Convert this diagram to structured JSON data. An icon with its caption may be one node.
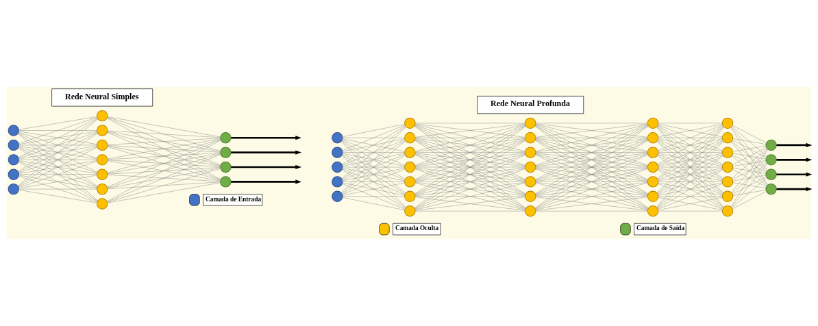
{
  "diagram": {
    "nodes": [
      {
        "text": [
          "Rede Neural Simples"
        ]
      },
      {
        "text": [
          "Rede Neural Profunda"
        ]
      },
      {
        "text": [],
        "shape": "circle"
      },
      {
        "text": [],
        "shape": "circle"
      },
      {
        "text": [],
        "shape": "circle"
      },
      {
        "text": [],
        "shape": "circle"
      },
      {
        "text": [],
        "shape": "circle"
      },
      {
        "text": [],
        "shape": "circle"
      },
      {
        "text": [],
        "shape": "circle"
      },
      {
        "text": [],
        "shape": "circle"
      },
      {
        "text": [],
        "shape": "circle"
      },
      {
        "text": [],
        "shape": "circle"
      },
      {
        "text": [],
        "shape": "circle"
      },
      {
        "text": [],
        "shape": "circle"
      },
      {
        "text": [],
        "shape": "circle"
      },
      {
        "text": [],
        "shape": "circle"
      },
      {
        "text": [],
        "shape": "circle"
      },
      {
        "text": [],
        "shape": "circle"
      },
      {
        "text": [],
        "shape": "circle"
      },
      {
        "text": [],
        "shape": "circle"
      },
      {
        "text": [],
        "shape": "circle"
      },
      {
        "text": [],
        "shape": "circle"
      },
      {
        "text": [],
        "shape": "circle"
      },
      {
        "text": [],
        "shape": "circle"
      },
      {
        "text": [],
        "shape": "circle"
      },
      {
        "text": [],
        "shape": "circle"
      },
      {
        "text": [],
        "shape": "circle"
      },
      {
        "text": [],
        "shape": "circle"
      },
      {
        "text": [],
        "shape": "circle"
      },
      {
        "text": [],
        "shape": "circle"
      },
      {
        "text": [],
        "shape": "circle"
      },
      {
        "text": [],
        "shape": "circle"
      },
      {
        "text": [],
        "shape": "circle"
      },
      {
        "text": [],
        "shape": "circle"
      },
      {
        "text": [],
        "shape": "circle"
      },
      {
        "text": [],
        "shape": "circle"
      },
      {
        "text": [],
        "shape": "circle"
      },
      {
        "text": [],
        "shape": "circle"
      },
      {
        "text": [],
        "shape": "circle"
      },
      {
        "text": [],
        "shape": "circle"
      },
      {
        "text": [],
        "shape": "circle"
      },
      {
        "text": [],
        "shape": "circle"
      },
      {
        "text": [],
        "shape": "circle"
      },
      {
        "text": [],
        "shape": "circle"
      },
      {
        "text": [],
        "shape": "circle"
      },
      {
        "text": [],
        "shape": "circle"
      },
      {
        "text": [],
        "shape": "circle"
      },
      {
        "text": [],
        "shape": "circle"
      },
      {
        "text": [],
        "shape": "circle"
      },
      {
        "text": [],
        "shape": "circle"
      },
      {
        "text": [],
        "shape": "circle"
      },
      {
        "text": [],
        "shape": "circle"
      },
      {
        "text": [],
        "shape": "circle"
      },
      {
        "text": [],
        "shape": "circle"
      },
      {
        "text": [],
        "shape": "circle"
      }
    ],
    "edges": [
      {
        "from": 2,
        "to": 7,
        "arrow": "none"
      },
      {
        "from": 2,
        "to": 8,
        "arrow": "none"
      },
      {
        "from": 2,
        "to": 9,
        "arrow": "none"
      },
      {
        "from": 2,
        "to": 10,
        "arrow": "none"
      },
      {
        "from": 2,
        "to": 11,
        "arrow": "none"
      },
      {
        "from": 2,
        "to": 12,
        "arrow": "none"
      },
      {
        "from": 2,
        "to": 13,
        "arrow": "none"
      },
      {
        "from": 3,
        "to": 7,
        "arrow": "none"
      },
      {
        "from": 3,
        "to": 8,
        "arrow": "none"
      },
      {
        "from": 3,
        "to": 9,
        "arrow": "none"
      },
      {
        "from": 3,
        "to": 10,
        "arrow": "none"
      },
      {
        "from": 3,
        "to": 11,
        "arrow": "none"
      },
      {
        "from": 3,
        "to": 12,
        "arrow": "none"
      },
      {
        "from": 3,
        "to": 13,
        "arrow": "none"
      },
      {
        "from": 4,
        "to": 7,
        "arrow": "none"
      },
      {
        "from": 4,
        "to": 8,
        "arrow": "none"
      },
      {
        "from": 4,
        "to": 9,
        "arrow": "none"
      },
      {
        "from": 4,
        "to": 10,
        "arrow": "none"
      },
      {
        "from": 4,
        "to": 11,
        "arrow": "none"
      },
      {
        "from": 4,
        "to": 12,
        "arrow": "none"
      },
      {
        "from": 4,
        "to": 13,
        "arrow": "none"
      },
      {
        "from": 5,
        "to": 7,
        "arrow": "none"
      },
      {
        "from": 5,
        "to": 8,
        "arrow": "none"
      },
      {
        "from": 5,
        "to": 9,
        "arrow": "none"
      },
      {
        "from": 5,
        "to": 10,
        "arrow": "none"
      },
      {
        "from": 5,
        "to": 11,
        "arrow": "none"
      },
      {
        "from": 5,
        "to": 12,
        "arrow": "none"
      },
      {
        "from": 5,
        "to": 13,
        "arrow": "none"
      },
      {
        "from": 6,
        "to": 7,
        "arrow": "none"
      },
      {
        "from": 6,
        "to": 8,
        "arrow": "none"
      },
      {
        "from": 6,
        "to": 9,
        "arrow": "none"
      },
      {
        "from": 6,
        "to": 10,
        "arrow": "none"
      },
      {
        "from": 6,
        "to": 11,
        "arrow": "none"
      },
      {
        "from": 6,
        "to": 12,
        "arrow": "none"
      },
      {
        "from": 6,
        "to": 13,
        "arrow": "none"
      },
      {
        "from": 7,
        "to": 14,
        "arrow": "none"
      },
      {
        "from": 7,
        "to": 15,
        "arrow": "none"
      },
      {
        "from": 7,
        "to": 16,
        "arrow": "none"
      },
      {
        "from": 7,
        "to": 17,
        "arrow": "none"
      },
      {
        "from": 8,
        "to": 14,
        "arrow": "none"
      },
      {
        "from": 8,
        "to": 15,
        "arrow": "none"
      },
      {
        "from": 8,
        "to": 16,
        "arrow": "none"
      },
      {
        "from": 8,
        "to": 17,
        "arrow": "none"
      },
      {
        "from": 9,
        "to": 14,
        "arrow": "none"
      },
      {
        "from": 9,
        "to": 15,
        "arrow": "none"
      },
      {
        "from": 9,
        "to": 16,
        "arrow": "none"
      },
      {
        "from": 9,
        "to": 17,
        "arrow": "none"
      },
      {
        "from": 10,
        "to": 14,
        "arrow": "none"
      },
      {
        "from": 10,
        "to": 15,
        "arrow": "none"
      },
      {
        "from": 10,
        "to": 16,
        "arrow": "none"
      },
      {
        "from": 10,
        "to": 17,
        "arrow": "none"
      },
      {
        "from": 11,
        "to": 14,
        "arrow": "none"
      },
      {
        "from": 11,
        "to": 15,
        "arrow": "none"
      },
      {
        "from": 11,
        "to": 16,
        "arrow": "none"
      },
      {
        "from": 11,
        "to": 17,
        "arrow": "none"
      },
      {
        "from": 12,
        "to": 14,
        "arrow": "none"
      },
      {
        "from": 12,
        "to": 15,
        "arrow": "none"
      },
      {
        "from": 12,
        "to": 16,
        "arrow": "none"
      },
      {
        "from": 12,
        "to": 17,
        "arrow": "none"
      },
      {
        "from": 13,
        "to": 14,
        "arrow": "none"
      },
      {
        "from": 13,
        "to": 15,
        "arrow": "none"
      },
      {
        "from": 13,
        "to": 16,
        "arrow": "none"
      },
      {
        "from": 13,
        "to": 17,
        "arrow": "none"
      },
      {
        "from": 14,
        "to": null,
        "arrow": "to",
        "style": "thick",
        "color": "#000000"
      },
      {
        "from": 15,
        "to": null,
        "arrow": "to",
        "style": "thick",
        "color": "#000000"
      },
      {
        "from": 16,
        "to": null,
        "arrow": "to",
        "style": "thick",
        "color": "#000000"
      },
      {
        "from": 17,
        "to": null,
        "arrow": "to",
        "style": "thick",
        "color": "#000000"
      },
      {
        "from": 18,
        "to": 23,
        "arrow": "none"
      },
      {
        "from": 18,
        "to": 24,
        "arrow": "none"
      },
      {
        "from": 18,
        "to": 25,
        "arrow": "none"
      },
      {
        "from": 18,
        "to": 26,
        "arrow": "none"
      },
      {
        "from": 18,
        "to": 27,
        "arrow": "none"
      },
      {
        "from": 18,
        "to": 28,
        "arrow": "none"
      },
      {
        "from": 18,
        "to": 29,
        "arrow": "none"
      },
      {
        "from": 19,
        "to": 23,
        "arrow": "none"
      },
      {
        "from": 19,
        "to": 24,
        "arrow": "none"
      },
      {
        "from": 19,
        "to": 25,
        "arrow": "none"
      },
      {
        "from": 19,
        "to": 26,
        "arrow": "none"
      },
      {
        "from": 19,
        "to": 27,
        "arrow": "none"
      },
      {
        "from": 19,
        "to": 28,
        "arrow": "none"
      },
      {
        "from": 19,
        "to": 29,
        "arrow": "none"
      },
      {
        "from": 20,
        "to": 23,
        "arrow": "none"
      },
      {
        "from": 20,
        "to": 24,
        "arrow": "none"
      },
      {
        "from": 20,
        "to": 25,
        "arrow": "none"
      },
      {
        "from": 20,
        "to": 26,
        "arrow": "none"
      },
      {
        "from": 20,
        "to": 27,
        "arrow": "none"
      },
      {
        "from": 20,
        "to": 28,
        "arrow": "none"
      },
      {
        "from": 20,
        "to": 29,
        "arrow": "none"
      },
      {
        "from": 21,
        "to": 23,
        "arrow": "none"
      },
      {
        "from": 21,
        "to": 24,
        "arrow": "none"
      },
      {
        "from": 21,
        "to": 25,
        "arrow": "none"
      },
      {
        "from": 21,
        "to": 26,
        "arrow": "none"
      },
      {
        "from": 21,
        "to": 27,
        "arrow": "none"
      },
      {
        "from": 21,
        "to": 28,
        "arrow": "none"
      },
      {
        "from": 21,
        "to": 29,
        "arrow": "none"
      },
      {
        "from": 22,
        "to": 23,
        "arrow": "none"
      },
      {
        "from": 22,
        "to": 24,
        "arrow": "none"
      },
      {
        "from": 22,
        "to": 25,
        "arrow": "none"
      },
      {
        "from": 22,
        "to": 26,
        "arrow": "none"
      },
      {
        "from": 22,
        "to": 27,
        "arrow": "none"
      },
      {
        "from": 22,
        "to": 28,
        "arrow": "none"
      },
      {
        "from": 22,
        "to": 29,
        "arrow": "none"
      },
      {
        "from": 23,
        "to": 30,
        "arrow": "none"
      },
      {
        "from": 23,
        "to": 31,
        "arrow": "none"
      },
      {
        "from": 23,
        "to": 32,
        "arrow": "none"
      },
      {
        "from": 23,
        "to": 33,
        "arrow": "none"
      },
      {
        "from": 23,
        "to": 34,
        "arrow": "none"
      },
      {
        "from": 23,
        "to": 35,
        "arrow": "none"
      },
      {
        "from": 23,
        "to": 36,
        "arrow": "none"
      },
      {
        "from": 24,
        "to": 30,
        "arrow": "none"
      },
      {
        "from": 24,
        "to": 31,
        "arrow": "none"
      },
      {
        "from": 24,
        "to": 32,
        "arrow": "none"
      },
      {
        "from": 24,
        "to": 33,
        "arrow": "none"
      },
      {
        "from": 24,
        "to": 34,
        "arrow": "none"
      },
      {
        "from": 24,
        "to": 35,
        "arrow": "none"
      },
      {
        "from": 24,
        "to": 36,
        "arrow": "none"
      },
      {
        "from": 25,
        "to": 30,
        "arrow": "none"
      },
      {
        "from": 25,
        "to": 31,
        "arrow": "none"
      },
      {
        "from": 25,
        "to": 32,
        "arrow": "none"
      },
      {
        "from": 25,
        "to": 33,
        "arrow": "none"
      },
      {
        "from": 25,
        "to": 34,
        "arrow": "none"
      },
      {
        "from": 25,
        "to": 35,
        "arrow": "none"
      },
      {
        "from": 25,
        "to": 36,
        "arrow": "none"
      },
      {
        "from": 26,
        "to": 30,
        "arrow": "none"
      },
      {
        "from": 26,
        "to": 31,
        "arrow": "none"
      },
      {
        "from": 26,
        "to": 32,
        "arrow": "none"
      },
      {
        "from": 26,
        "to": 33,
        "arrow": "none"
      },
      {
        "from": 26,
        "to": 34,
        "arrow": "none"
      },
      {
        "from": 26,
        "to": 35,
        "arrow": "none"
      },
      {
        "from": 26,
        "to": 36,
        "arrow": "none"
      },
      {
        "from": 27,
        "to": 30,
        "arrow": "none"
      },
      {
        "from": 27,
        "to": 31,
        "arrow": "none"
      },
      {
        "from": 27,
        "to": 32,
        "arrow": "none"
      },
      {
        "from": 27,
        "to": 33,
        "arrow": "none"
      },
      {
        "from": 27,
        "to": 34,
        "arrow": "none"
      },
      {
        "from": 27,
        "to": 35,
        "arrow": "none"
      },
      {
        "from": 27,
        "to": 36,
        "arrow": "none"
      },
      {
        "from": 28,
        "to": 30,
        "arrow": "none"
      },
      {
        "from": 28,
        "to": 31,
        "arrow": "none"
      },
      {
        "from": 28,
        "to": 32,
        "arrow": "none"
      },
      {
        "from": 28,
        "to": 33,
        "arrow": "none"
      },
      {
        "from": 28,
        "to": 34,
        "arrow": "none"
      },
      {
        "from": 28,
        "to": 35,
        "arrow": "none"
      },
      {
        "from": 28,
        "to": 36,
        "arrow": "none"
      },
      {
        "from": 29,
        "to": 30,
        "arrow": "none"
      },
      {
        "from": 29,
        "to": 31,
        "arrow": "none"
      },
      {
        "from": 29,
        "to": 32,
        "arrow": "none"
      },
      {
        "from": 29,
        "to": 33,
        "arrow": "none"
      },
      {
        "from": 29,
        "to": 34,
        "arrow": "none"
      },
      {
        "from": 29,
        "to": 35,
        "arrow": "none"
      },
      {
        "from": 29,
        "to": 36,
        "arrow": "none"
      },
      {
        "from": 30,
        "to": 37,
        "arrow": "none"
      },
      {
        "from": 30,
        "to": 38,
        "arrow": "none"
      },
      {
        "from": 30,
        "to": 39,
        "arrow": "none"
      },
      {
        "from": 30,
        "to": 40,
        "arrow": "none"
      },
      {
        "from": 30,
        "to": 41,
        "arrow": "none"
      },
      {
        "from": 30,
        "to": 42,
        "arrow": "none"
      },
      {
        "from": 30,
        "to": 43,
        "arrow": "none"
      },
      {
        "from": 31,
        "to": 37,
        "arrow": "none"
      },
      {
        "from": 31,
        "to": 38,
        "arrow": "none"
      },
      {
        "from": 31,
        "to": 39,
        "arrow": "none"
      },
      {
        "from": 31,
        "to": 40,
        "arrow": "none"
      },
      {
        "from": 31,
        "to": 41,
        "arrow": "none"
      },
      {
        "from": 31,
        "to": 42,
        "arrow": "none"
      },
      {
        "from": 31,
        "to": 43,
        "arrow": "none"
      },
      {
        "from": 32,
        "to": 37,
        "arrow": "none"
      },
      {
        "from": 32,
        "to": 38,
        "arrow": "none"
      },
      {
        "from": 32,
        "to": 39,
        "arrow": "none"
      },
      {
        "from": 32,
        "to": 40,
        "arrow": "none"
      },
      {
        "from": 32,
        "to": 41,
        "arrow": "none"
      },
      {
        "from": 32,
        "to": 42,
        "arrow": "none"
      },
      {
        "from": 32,
        "to": 43,
        "arrow": "none"
      },
      {
        "from": 33,
        "to": 37,
        "arrow": "none"
      },
      {
        "from": 33,
        "to": 38,
        "arrow": "none"
      },
      {
        "from": 33,
        "to": 39,
        "arrow": "none"
      },
      {
        "from": 33,
        "to": 40,
        "arrow": "none"
      },
      {
        "from": 33,
        "to": 41,
        "arrow": "none"
      },
      {
        "from": 33,
        "to": 42,
        "arrow": "none"
      },
      {
        "from": 33,
        "to": 43,
        "arrow": "none"
      },
      {
        "from": 34,
        "to": 37,
        "arrow": "none"
      },
      {
        "from": 34,
        "to": 38,
        "arrow": "none"
      },
      {
        "from": 34,
        "to": 39,
        "arrow": "none"
      },
      {
        "from": 34,
        "to": 40,
        "arrow": "none"
      },
      {
        "from": 34,
        "to": 41,
        "arrow": "none"
      },
      {
        "from": 34,
        "to": 42,
        "arrow": "none"
      },
      {
        "from": 34,
        "to": 43,
        "arrow": "none"
      },
      {
        "from": 35,
        "to": 37,
        "arrow": "none"
      },
      {
        "from": 35,
        "to": 38,
        "arrow": "none"
      },
      {
        "from": 35,
        "to": 39,
        "arrow": "none"
      },
      {
        "from": 35,
        "to": 40,
        "arrow": "none"
      },
      {
        "from": 35,
        "to": 41,
        "arrow": "none"
      },
      {
        "from": 35,
        "to": 42,
        "arrow": "none"
      },
      {
        "from": 35,
        "to": 43,
        "arrow": "none"
      },
      {
        "from": 36,
        "to": 37,
        "arrow": "none"
      },
      {
        "from": 36,
        "to": 38,
        "arrow": "none"
      },
      {
        "from": 36,
        "to": 39,
        "arrow": "none"
      },
      {
        "from": 36,
        "to": 40,
        "arrow": "none"
      },
      {
        "from": 36,
        "to": 41,
        "arrow": "none"
      },
      {
        "from": 36,
        "to": 42,
        "arrow": "none"
      },
      {
        "from": 36,
        "to": 43,
        "arrow": "none"
      },
      {
        "from": 37,
        "to": 44,
        "arrow": "none"
      },
      {
        "from": 37,
        "to": 45,
        "arrow": "none"
      },
      {
        "from": 37,
        "to": 46,
        "arrow": "none"
      },
      {
        "from": 37,
        "to": 47,
        "arrow": "none"
      },
      {
        "from": 37,
        "to": 48,
        "arrow": "none"
      },
      {
        "from": 37,
        "to": 49,
        "arrow": "none"
      },
      {
        "from": 37,
        "to": 50,
        "arrow": "none"
      },
      {
        "from": 38,
        "to": 44,
        "arrow": "none"
      },
      {
        "from": 38,
        "to": 45,
        "arrow": "none"
      },
      {
        "from": 38,
        "to": 46,
        "arrow": "none"
      },
      {
        "from": 38,
        "to": 47,
        "arrow": "none"
      },
      {
        "from": 38,
        "to": 48,
        "arrow": "none"
      },
      {
        "from": 38,
        "to": 49,
        "arrow": "none"
      },
      {
        "from": 38,
        "to": 50,
        "arrow": "none"
      },
      {
        "from": 39,
        "to": 44,
        "arrow": "none"
      },
      {
        "from": 39,
        "to": 45,
        "arrow": "none"
      },
      {
        "from": 39,
        "to": 46,
        "arrow": "none"
      },
      {
        "from": 39,
        "to": 47,
        "arrow": "none"
      },
      {
        "from": 39,
        "to": 48,
        "arrow": "none"
      },
      {
        "from": 39,
        "to": 49,
        "arrow": "none"
      },
      {
        "from": 39,
        "to": 50,
        "arrow": "none"
      },
      {
        "from": 40,
        "to": 44,
        "arrow": "none"
      },
      {
        "from": 40,
        "to": 45,
        "arrow": "none"
      },
      {
        "from": 40,
        "to": 46,
        "arrow": "none"
      },
      {
        "from": 40,
        "to": 47,
        "arrow": "none"
      },
      {
        "from": 40,
        "to": 48,
        "arrow": "none"
      },
      {
        "from": 40,
        "to": 49,
        "arrow": "none"
      },
      {
        "from": 40,
        "to": 50,
        "arrow": "none"
      },
      {
        "from": 41,
        "to": 44,
        "arrow": "none"
      },
      {
        "from": 41,
        "to": 45,
        "arrow": "none"
      },
      {
        "from": 41,
        "to": 46,
        "arrow": "none"
      },
      {
        "from": 41,
        "to": 47,
        "arrow": "none"
      },
      {
        "from": 41,
        "to": 48,
        "arrow": "none"
      },
      {
        "from": 41,
        "to": 49,
        "arrow": "none"
      },
      {
        "from": 41,
        "to": 50,
        "arrow": "none"
      },
      {
        "from": 42,
        "to": 44,
        "arrow": "none"
      },
      {
        "from": 42,
        "to": 45,
        "arrow": "none"
      },
      {
        "from": 42,
        "to": 46,
        "arrow": "none"
      },
      {
        "from": 42,
        "to": 47,
        "arrow": "none"
      },
      {
        "from": 42,
        "to": 48,
        "arrow": "none"
      },
      {
        "from": 42,
        "to": 49,
        "arrow": "none"
      },
      {
        "from": 42,
        "to": 50,
        "arrow": "none"
      },
      {
        "from": 43,
        "to": 44,
        "arrow": "none"
      },
      {
        "from": 43,
        "to": 45,
        "arrow": "none"
      },
      {
        "from": 43,
        "to": 46,
        "arrow": "none"
      },
      {
        "from": 43,
        "to": 47,
        "arrow": "none"
      },
      {
        "from": 43,
        "to": 48,
        "arrow": "none"
      },
      {
        "from": 43,
        "to": 49,
        "arrow": "none"
      },
      {
        "from": 43,
        "to": 50,
        "arrow": "none"
      },
      {
        "from": 44,
        "to": 51,
        "arrow": "none"
      },
      {
        "from": 44,
        "to": 52,
        "arrow": "none"
      },
      {
        "from": 44,
        "to": 53,
        "arrow": "none"
      },
      {
        "from": 44,
        "to": 54,
        "arrow": "none"
      },
      {
        "from": 45,
        "to": 51,
        "arrow": "none"
      },
      {
        "from": 45,
        "to": 52,
        "arrow": "none"
      },
      {
        "from": 45,
        "to": 53,
        "arrow": "none"
      },
      {
        "from": 45,
        "to": 54,
        "arrow": "none"
      },
      {
        "from": 46,
        "to": 51,
        "arrow": "none"
      },
      {
        "from": 46,
        "to": 52,
        "arrow": "none"
      },
      {
        "from": 46,
        "to": 53,
        "arrow": "none"
      },
      {
        "from": 46,
        "to": 54,
        "arrow": "none"
      },
      {
        "from": 47,
        "to": 51,
        "arrow": "none"
      },
      {
        "from": 47,
        "to": 52,
        "arrow": "none"
      },
      {
        "from": 47,
        "to": 53,
        "arrow": "none"
      },
      {
        "from": 47,
        "to": 54,
        "arrow": "none"
      },
      {
        "from": 48,
        "to": 51,
        "arrow": "none"
      },
      {
        "from": 48,
        "to": 52,
        "arrow": "none"
      },
      {
        "from": 48,
        "to": 53,
        "arrow": "none"
      },
      {
        "from": 48,
        "to": 54,
        "arrow": "none"
      },
      {
        "from": 49,
        "to": 51,
        "arrow": "none"
      },
      {
        "from": 49,
        "to": 52,
        "arrow": "none"
      },
      {
        "from": 49,
        "to": 53,
        "arrow": "none"
      },
      {
        "from": 49,
        "to": 54,
        "arrow": "none"
      },
      {
        "from": 50,
        "to": 51,
        "arrow": "none"
      },
      {
        "from": 50,
        "to": 52,
        "arrow": "none"
      },
      {
        "from": 50,
        "to": 53,
        "arrow": "none"
      },
      {
        "from": 50,
        "to": 54,
        "arrow": "none"
      },
      {
        "from": 51,
        "to": null,
        "arrow": "to",
        "style": "thick",
        "color": "#000000"
      },
      {
        "from": 52,
        "to": null,
        "arrow": "to",
        "style": "thick",
        "color": "#000000"
      },
      {
        "from": 53,
        "to": null,
        "arrow": "to",
        "style": "thick",
        "color": "#000000"
      },
      {
        "from": 54,
        "to": null,
        "arrow": "to",
        "style": "thick",
        "color": "#000000"
      }
    ],
    "legend": [
      {
        "text": "Camada de Entrada",
        "color": "#4472c4"
      },
      {
        "text": "Camada Oculta",
        "color": "#ffc000"
      },
      {
        "text": "Camada de Saída",
        "color": "#70ad47"
      }
    ]
  }
}
